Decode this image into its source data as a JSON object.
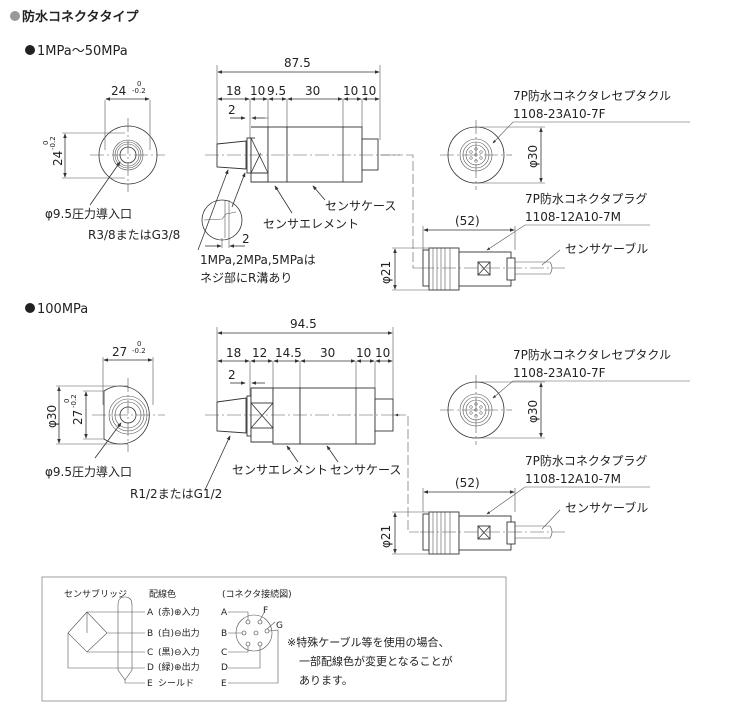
{
  "header": {
    "title": "防水コネクタタイプ",
    "bullet_color": "#999999"
  },
  "section1": {
    "title": "1MPa〜50MPa",
    "front_width": "24",
    "tol_upper": "0",
    "tol_lower": "-0.2",
    "front_height": "24",
    "port_label": "φ9.5圧力導入口",
    "thread_label": "R3/8またはG3/8",
    "total_length": "87.5",
    "segments": [
      "18",
      "10",
      "9.5",
      "30",
      "10",
      "10"
    ],
    "small_dim": "2",
    "detail_dim": "2",
    "note_line1": "1MPa,2MPa,5MPaは",
    "note_line2": "ネジ部にR溝あり",
    "element_label": "センサエレメント",
    "case_label": "センサケース",
    "receptacle_name": "7P防水コネクタレセプタクル",
    "receptacle_part": "1108-23A10-7F",
    "receptacle_dia": "φ30",
    "plug_name": "7P防水コネクタプラグ",
    "plug_part": "1108-12A10-7M",
    "plug_length": "(52)",
    "plug_dia": "φ21",
    "cable_label": "センサケーブル"
  },
  "section2": {
    "title": "100MPa",
    "front_width": "27",
    "tol_upper": "0",
    "tol_lower": "-0.2",
    "front_height": "27",
    "outer_dia": "φ30",
    "port_label": "φ9.5圧力導入口",
    "thread_label": "R1/2またはG1/2",
    "total_length": "94.5",
    "segments": [
      "18",
      "12",
      "14.5",
      "30",
      "10",
      "10"
    ],
    "small_dim": "2",
    "element_label": "センサエレメント",
    "case_label": "センサケース",
    "receptacle_name": "7P防水コネクタレセプタクル",
    "receptacle_part": "1108-23A10-7F",
    "receptacle_dia": "φ30",
    "plug_name": "7P防水コネクタプラグ",
    "plug_part": "1108-12A10-7M",
    "plug_length": "(52)",
    "plug_dia": "φ21",
    "cable_label": "センサケーブル"
  },
  "wiring": {
    "bridge_label": "センサブリッジ",
    "color_header": "配線色",
    "connector_header": "(コネクタ接続図)",
    "rows": [
      {
        "pin": "A",
        "desc": "(赤)⊕入力"
      },
      {
        "pin": "B",
        "desc": "(白)⊖出力"
      },
      {
        "pin": "C",
        "desc": "(黒)⊖入力"
      },
      {
        "pin": "D",
        "desc": "(緑)⊕出力"
      },
      {
        "pin": "E",
        "desc": "シールド"
      }
    ],
    "extra_pins": [
      "F",
      "G"
    ],
    "note_lines": [
      "※特殊ケーブル等を使用の場合、",
      "一部配線色が変更となることが",
      "あります。"
    ]
  }
}
